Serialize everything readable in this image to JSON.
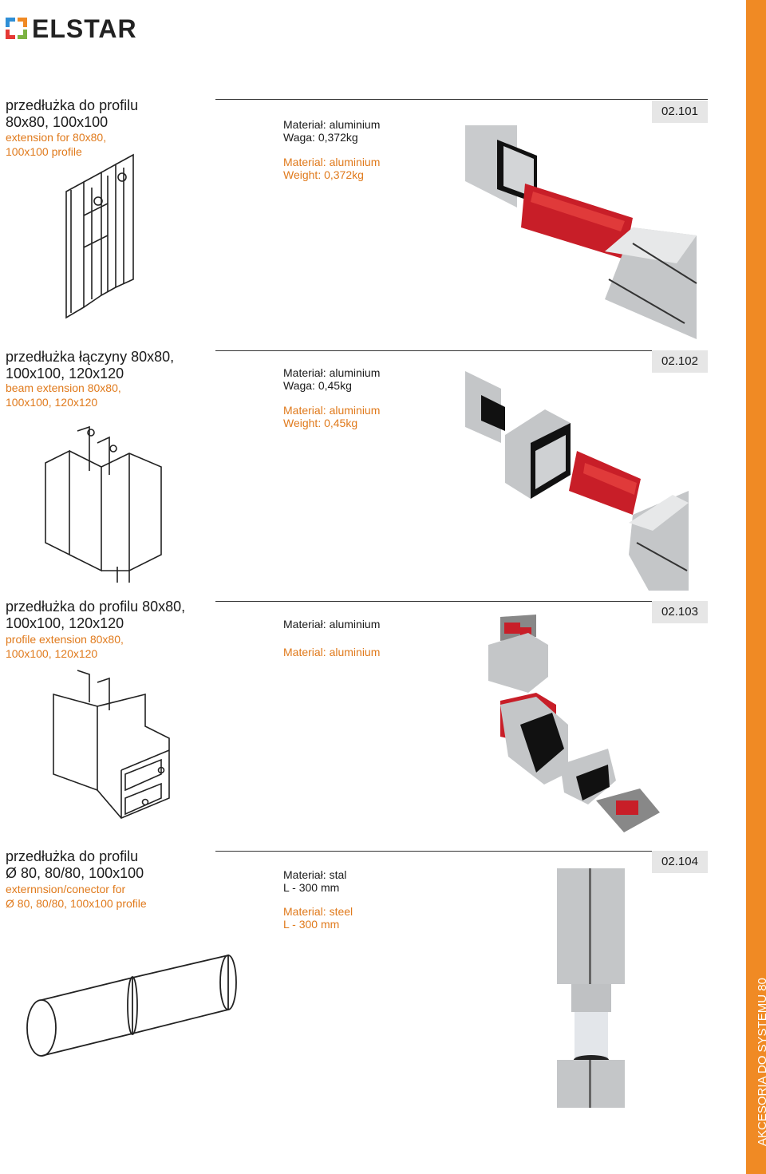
{
  "brand": {
    "name": "ELSTAR"
  },
  "sidebar": {
    "label": "AKCESORIA DO SYSTEMU 80"
  },
  "colors": {
    "accent": "#f08a24",
    "english_text": "#e07a1c",
    "part_red": "#c81e28",
    "aluminium": "#c4c6c8"
  },
  "products": [
    {
      "code": "02.101",
      "title_pl": "przedłużka do profilu\n80x80, 100x100",
      "title_en": "extension for 80x80,\n100x100 profile",
      "spec_pl": "Materiał: aluminium\nWaga: 0,372kg",
      "spec_en": "Material: aluminium\nWeight: 0,372kg"
    },
    {
      "code": "02.102",
      "title_pl": "przedłużka łączyny 80x80,\n100x100, 120x120",
      "title_en": "beam extension 80x80,\n100x100, 120x120",
      "spec_pl": "Materiał: aluminium\nWaga: 0,45kg",
      "spec_en": "Material: aluminium\nWeight: 0,45kg"
    },
    {
      "code": "02.103",
      "title_pl": "przedłużka do profilu 80x80,\n100x100, 120x120",
      "title_en": "profile extension 80x80,\n100x100, 120x120",
      "spec_pl": "Materiał: aluminium",
      "spec_en": "Material: aluminium"
    },
    {
      "code": "02.104",
      "title_pl": "przedłużka do profilu\nØ 80, 80/80, 100x100",
      "title_en": "externnsion/conector for\nØ 80, 80/80, 100x100 profile",
      "spec_pl": "Materiał: stal\nL - 300 mm",
      "spec_en": "Material: steel\nL - 300 mm"
    }
  ]
}
